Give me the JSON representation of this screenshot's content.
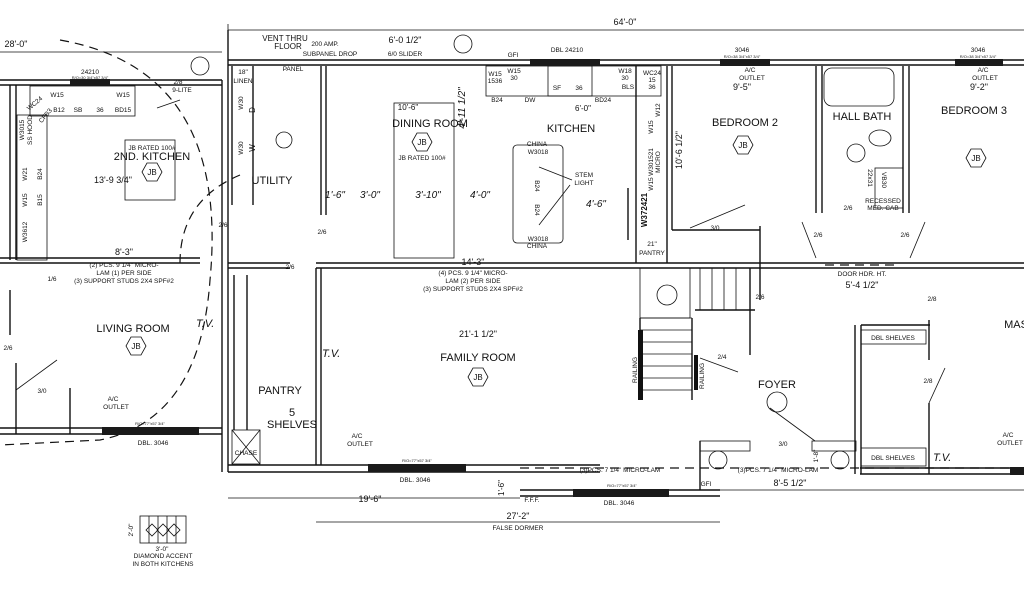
{
  "overall": {
    "width_dim": "64'-0\"",
    "wing_dim": "28'-0\""
  },
  "rooms": {
    "second_kitchen": "2ND. KITCHEN",
    "utility": "UTILITY",
    "dining_room": "DINING ROOM",
    "kitchen": "KITCHEN",
    "bedroom2": "BEDROOM 2",
    "hall_bath": "HALL BATH",
    "bedroom3": "BEDROOM 3",
    "living_room": "LIVING ROOM",
    "pantry": "PANTRY",
    "family_room": "FAMILY ROOM",
    "foyer": "FOYER",
    "master_partial": "MAS"
  },
  "junction_box": "JB",
  "notes": {
    "vent_1": "VENT THRU",
    "vent_2": "FLOOR",
    "amp_1": "200 AMP.",
    "amp_2": "SUBPANEL DROP",
    "panel": "PANEL",
    "slider": "6/0 SLIDER",
    "gfi": "GFI",
    "jb_rated": "JB RATED 100#",
    "linen_1": "18\"",
    "linen_2": "LINEN",
    "lite_1": "2/8",
    "lite_2": "9-LITE",
    "beam1_1": "(2) PCS. 9 1/4\" MICRO-",
    "beam1_2": "LAM (1) PER SIDE",
    "beam1_3": "(3) SUPPORT STUDS 2X4 SPF#2",
    "beam2_1": "(4) PCS. 9 1/4\" MICRO-",
    "beam2_2": "LAM (2) PER SIDE",
    "beam2_3": "(3) SUPPORT STUDS 2X4 SPF#2",
    "microlam": "(3)PCS. 7 1/4\" MICRO-LAM",
    "china": "CHINA",
    "stem_1": "STEM",
    "stem_2": "LIGHT",
    "pantry21_1": "21\"",
    "pantry21_2": "PANTRY",
    "ac_1": "A/C",
    "ac_2": "OUTLET",
    "recessed_1": "RECESSED",
    "recessed_2": "MED. CAB",
    "door_hdr": "DOOR HDR. HT.",
    "tv": "T.V.",
    "shelves_count": "5",
    "shelves": "SHELVES",
    "chase": "CHASE",
    "dbl_shelves": "DBL SHELVES",
    "railing": "RAILING",
    "fff": "F.F.F.",
    "false_dormer": "FALSE DORMER",
    "diamond_1": "DIAMOND ACCENT",
    "diamond_2": "IN BOTH KITCHENS"
  },
  "windows": {
    "w24210": "24210",
    "dbl24210": "DBL 24210",
    "w3046": "3046",
    "dbl3046": "DBL. 3046",
    "ro_small": "R/O=77\"x57 3/4\"",
    "ro_bed": "R/O=38 3/4\"x57 3/4\"",
    "ro_kit": "R/O=30 3/4\"x57 3/4\""
  },
  "dimensions": {
    "d13_9": "13'-9 3/4\"",
    "d8_3": "8'-3\"",
    "d6_0": "6'-0 1/2\"",
    "d10_6": "10'-6\"",
    "d4_11": "4'-11 1/2\"",
    "d6_0b": "6'-0\"",
    "d1_6": "1'-6\"",
    "d3_0": "3'-0\"",
    "d3_10": "3'-10\"",
    "d4_0": "4'-0\"",
    "d4_6": "4'-6\"",
    "d14_3": "14'-3\"",
    "d10_6_5": "10'-6 1/2\"",
    "d9_5": "9'-5\"",
    "d9_2": "9'-2\"",
    "d5_4": "5'-4 1/2\"",
    "d21_1": "21'-1 1/2\"",
    "d19_6": "19'-6\"",
    "d27_2": "27'-2\"",
    "d1_6b": "1'-6\"",
    "d1_8": "1'-8\"",
    "d8_5": "8'-5 1/2\"",
    "d2_0": "2'-0\"",
    "d3_0b": "3'-0\""
  },
  "doors": {
    "d26": "2/6",
    "d30": "3/0",
    "d16": "1/6",
    "d28": "2/8",
    "d24": "2/4"
  },
  "cabinets": {
    "w15": "W15",
    "wc24": "WC24",
    "sb": "SB",
    "n36": "36",
    "bd15": "BD15",
    "b12": "B12",
    "cfb3": "CFB3",
    "w3015": "W3015",
    "sshood": "SS HOOD",
    "w21": "W21",
    "b24": "B24",
    "b15": "B15",
    "w3612": "W3612",
    "w30": "W30",
    "dryer": "D",
    "washer": "W",
    "w15_1536": "1536",
    "n30": "30",
    "sf": "SF",
    "w18": "W18",
    "n15": "15",
    "bls": "BLS",
    "dw": "DW",
    "bd24": "BD24",
    "w3018": "W3018",
    "w372421": "W372421",
    "w301521": "W301521",
    "micro": "MICRO",
    "w12": "W12",
    "vb30": "VB30",
    "size22x31": "22x31"
  }
}
